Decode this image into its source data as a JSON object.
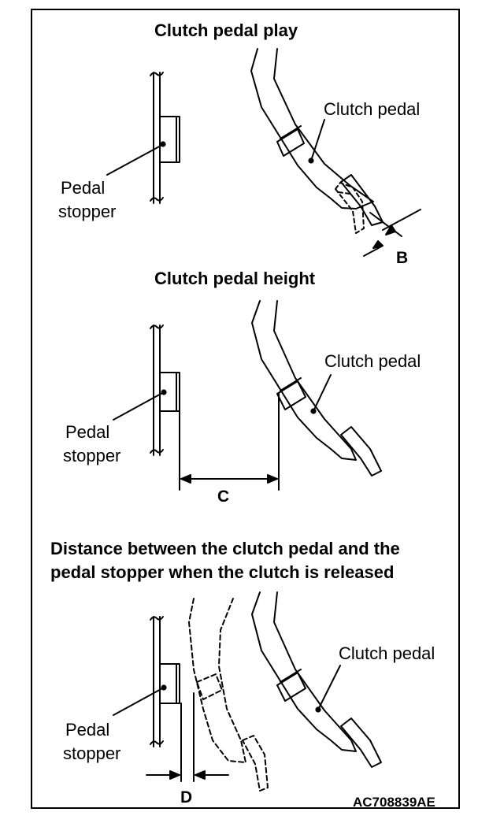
{
  "sections": [
    {
      "title": "Clutch pedal play",
      "pedal_label": "Clutch pedal",
      "stopper_label_line1": "Pedal",
      "stopper_label_line2": "stopper",
      "dimension_label": "B"
    },
    {
      "title": "Clutch pedal height",
      "pedal_label": "Clutch pedal",
      "stopper_label_line1": "Pedal",
      "stopper_label_line2": "stopper",
      "dimension_label": "C"
    },
    {
      "title_line1": "Distance between the clutch pedal and the",
      "title_line2": "pedal stopper when the clutch is released",
      "pedal_label": "Clutch pedal",
      "stopper_label_line1": "Pedal",
      "stopper_label_line2": "stopper",
      "dimension_label": "D"
    }
  ],
  "figure_code": "AC708839AE"
}
